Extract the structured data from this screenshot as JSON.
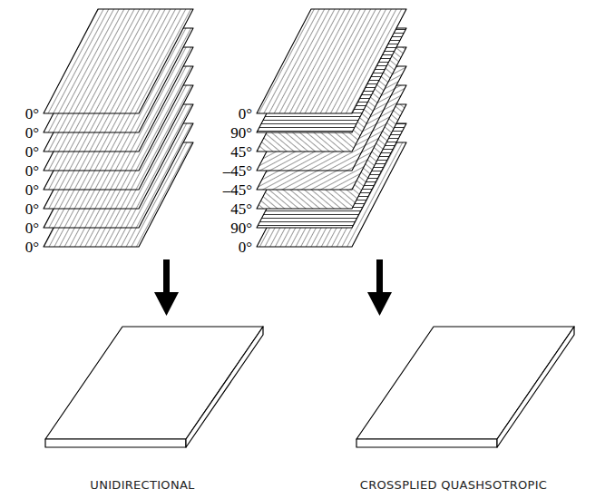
{
  "diagram": {
    "labels": [
      "0°",
      "0°",
      "0°",
      "0°",
      "0°",
      "0°",
      "0°",
      "0°",
      "0°",
      "90°",
      "45°",
      "–45°",
      "–45°",
      "45°",
      "90°",
      "0°",
      "UNIDIRECTIONAL",
      "CROSSPLIED QUASHSOTROPIC"
    ]
  }
}
